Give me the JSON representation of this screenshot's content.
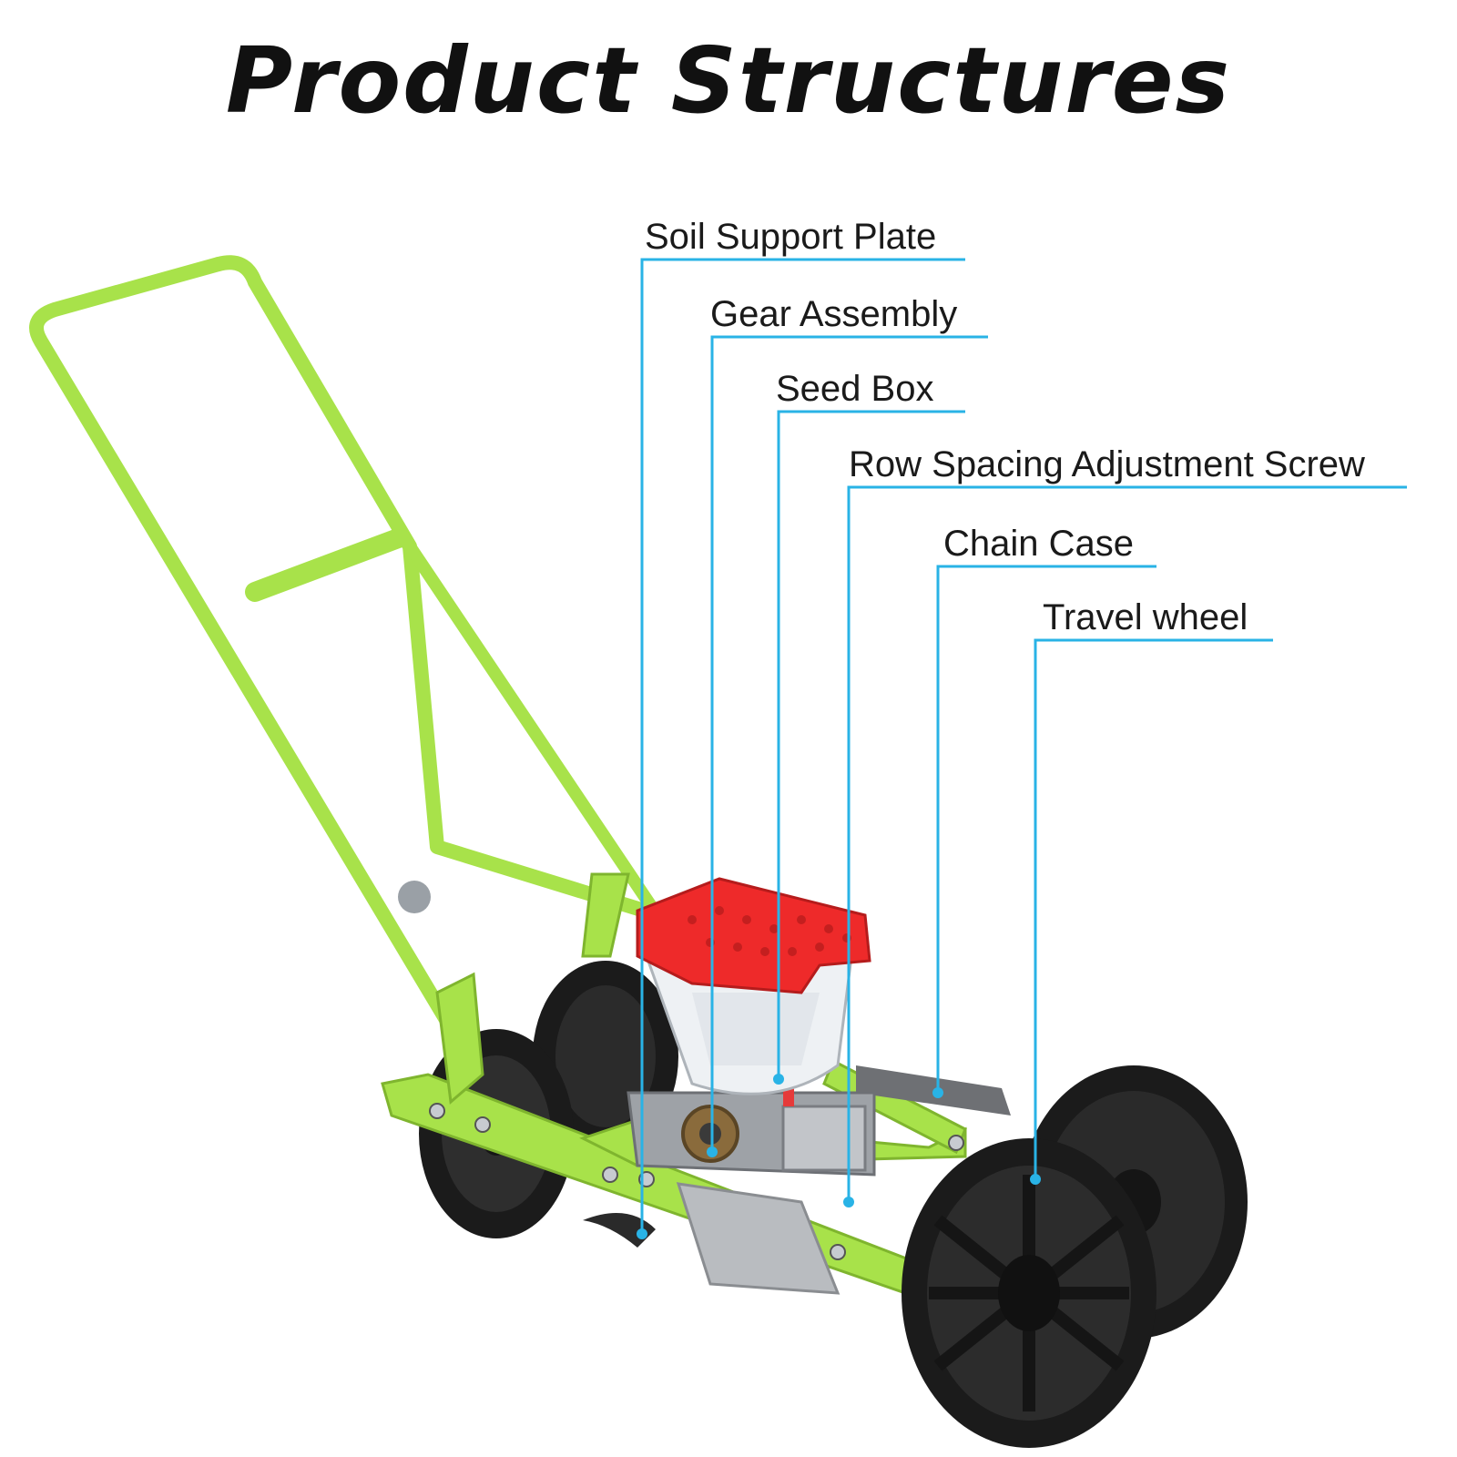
{
  "title": "Product Structures",
  "colors": {
    "frame": "#a8e24a",
    "frame_dark": "#7fb52e",
    "hopper_lid": "#ee2a2a",
    "wheel": "#1b1b1b",
    "leader": "#29b3e6",
    "metal": "#b9bcc0"
  },
  "callouts": [
    {
      "id": "soil-support-plate",
      "label": "Soil Support Plate"
    },
    {
      "id": "gear-assembly",
      "label": "Gear Assembly"
    },
    {
      "id": "seed-box",
      "label": "Seed Box"
    },
    {
      "id": "row-spacing-adjustment-screw",
      "label": "Row Spacing Adjustment Screw"
    },
    {
      "id": "chain-case",
      "label": "Chain Case"
    },
    {
      "id": "travel-wheel",
      "label": "Travel wheel"
    }
  ]
}
